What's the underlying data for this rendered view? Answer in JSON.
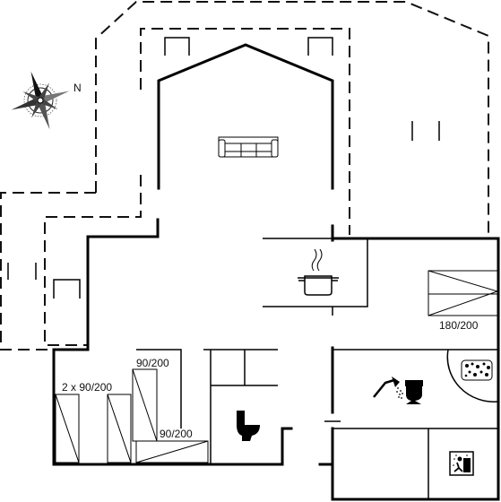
{
  "compass": {
    "north_label": "N"
  },
  "beds": {
    "double": "180/200",
    "twin": "2 x 90/200",
    "single_top": "90/200",
    "single_bottom": "90/200"
  },
  "icons": [
    "compass-rose-icon",
    "sofa-icon",
    "cooking-pot-icon",
    "bed-icon",
    "toilet-icon",
    "shower-icon",
    "whirlpool-icon",
    "sauna-icon"
  ],
  "colors": {
    "wall": "#000000",
    "background": "#ffffff"
  }
}
